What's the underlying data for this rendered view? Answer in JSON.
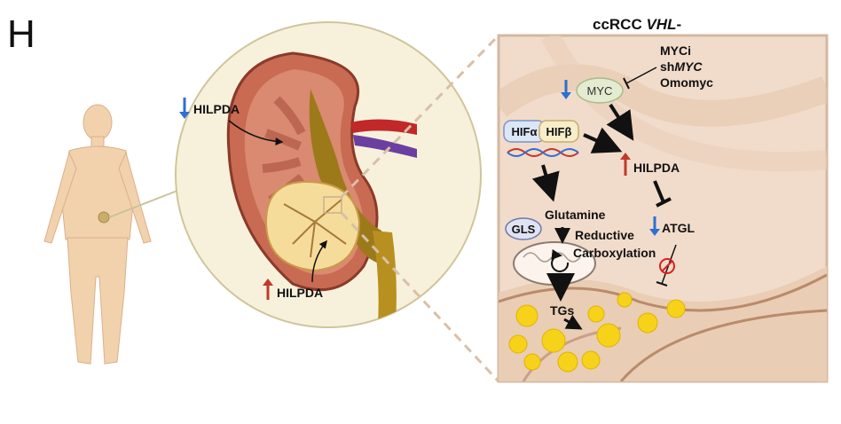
{
  "panel_letter": "H",
  "title": {
    "prefix": "ccRCC ",
    "gene": "VHL",
    "suffix": "-"
  },
  "kidney_labels": {
    "cortex_hilpda": "HILPDA",
    "tumor_hilpda": "HILPDA"
  },
  "pathway": {
    "myc_inhibitors": {
      "line1": "MYCi",
      "line2_prefix": "sh",
      "line2_gene": "MYC",
      "line3": "Omomyc"
    },
    "myc": "MYC",
    "hif_alpha": "HIFα",
    "hif_beta": "HIFβ",
    "hilpda": "HILPDA",
    "atgl": "ATGL",
    "gls": "GLS",
    "glutamine": "Glutamine",
    "reductive": "Reductive",
    "carboxylation": "Carboxylation",
    "tgs": "TGs"
  },
  "colors": {
    "up_arrow": "#c0392b",
    "down_arrow": "#2f6fd1",
    "skin": "#f2d2ad",
    "tissue_bg": "#f1dccb",
    "lipid": "#f6d21a",
    "kidney_cortex": "#c96a52",
    "tumor": "#f6dc9a"
  }
}
